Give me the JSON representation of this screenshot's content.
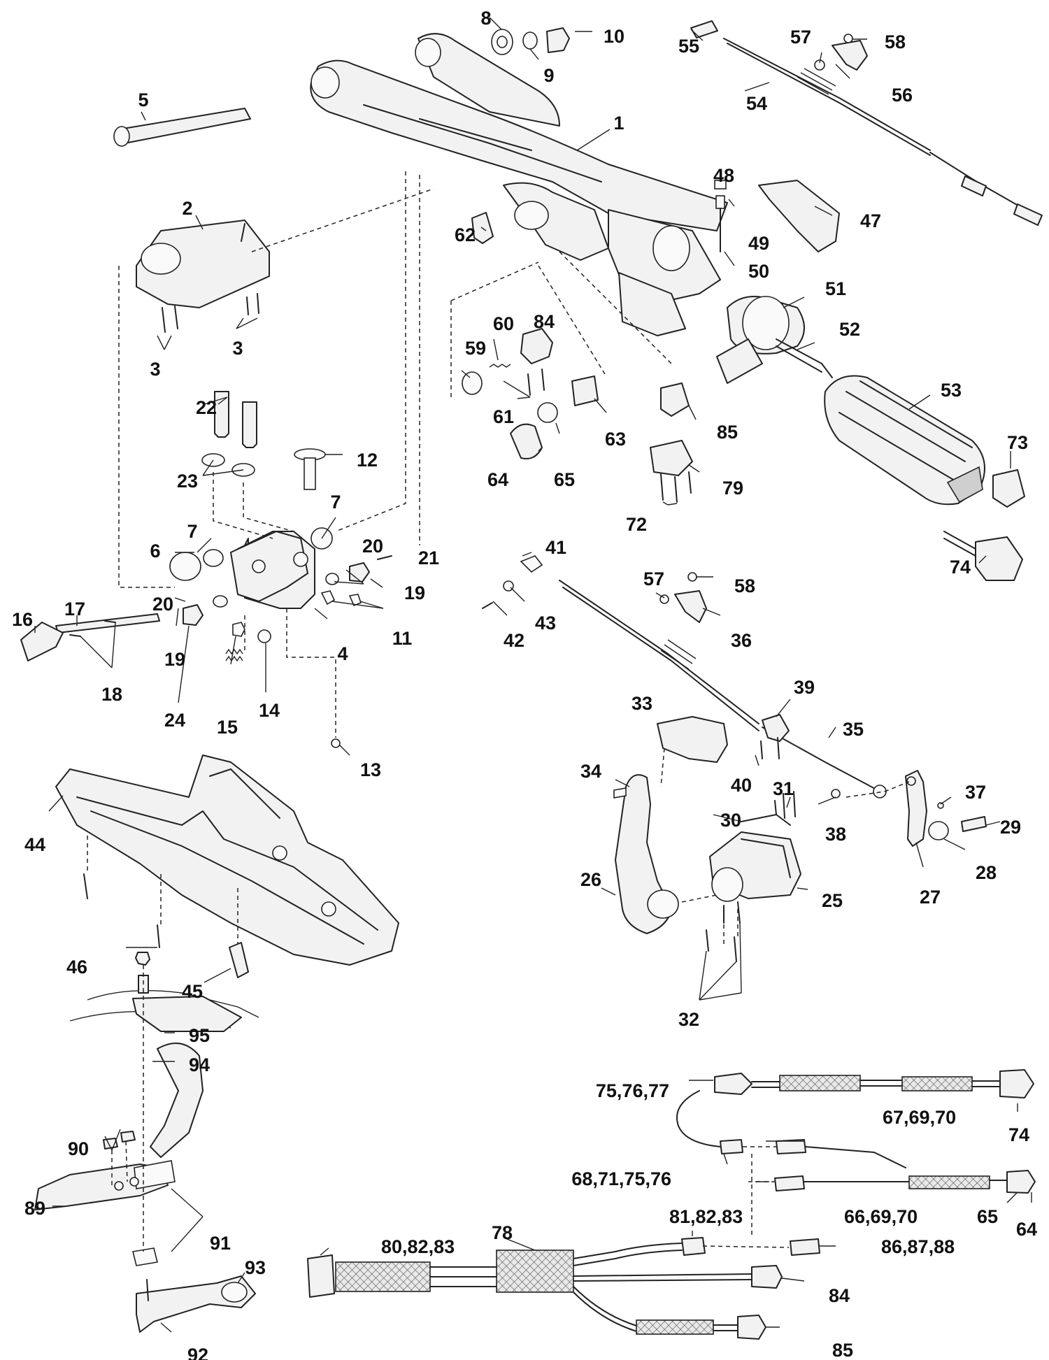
{
  "callouts": [
    {
      "id": "c1",
      "text": "1"
    },
    {
      "id": "c2",
      "text": "2"
    },
    {
      "id": "c3a",
      "text": "3"
    },
    {
      "id": "c3b",
      "text": "3"
    },
    {
      "id": "c4",
      "text": "4"
    },
    {
      "id": "c5",
      "text": "5"
    },
    {
      "id": "c6",
      "text": "6"
    },
    {
      "id": "c7a",
      "text": "7"
    },
    {
      "id": "c7b",
      "text": "7"
    },
    {
      "id": "c8",
      "text": "8"
    },
    {
      "id": "c9",
      "text": "9"
    },
    {
      "id": "c10",
      "text": "10"
    },
    {
      "id": "c11",
      "text": "11"
    },
    {
      "id": "c12",
      "text": "12"
    },
    {
      "id": "c13",
      "text": "13"
    },
    {
      "id": "c14",
      "text": "14"
    },
    {
      "id": "c15",
      "text": "15"
    },
    {
      "id": "c16",
      "text": "16"
    },
    {
      "id": "c17",
      "text": "17"
    },
    {
      "id": "c18",
      "text": "18"
    },
    {
      "id": "c19a",
      "text": "19"
    },
    {
      "id": "c19b",
      "text": "19"
    },
    {
      "id": "c20a",
      "text": "20"
    },
    {
      "id": "c20b",
      "text": "20"
    },
    {
      "id": "c21",
      "text": "21"
    },
    {
      "id": "c22",
      "text": "22"
    },
    {
      "id": "c23",
      "text": "23"
    },
    {
      "id": "c24",
      "text": "24"
    },
    {
      "id": "c25",
      "text": "25"
    },
    {
      "id": "c26",
      "text": "26"
    },
    {
      "id": "c27",
      "text": "27"
    },
    {
      "id": "c28",
      "text": "28"
    },
    {
      "id": "c29",
      "text": "29"
    },
    {
      "id": "c30",
      "text": "30"
    },
    {
      "id": "c31",
      "text": "31"
    },
    {
      "id": "c32",
      "text": "32"
    },
    {
      "id": "c33",
      "text": "33"
    },
    {
      "id": "c34",
      "text": "34"
    },
    {
      "id": "c35",
      "text": "35"
    },
    {
      "id": "c36",
      "text": "36"
    },
    {
      "id": "c37",
      "text": "37"
    },
    {
      "id": "c38",
      "text": "38"
    },
    {
      "id": "c39",
      "text": "39"
    },
    {
      "id": "c40",
      "text": "40"
    },
    {
      "id": "c41",
      "text": "41"
    },
    {
      "id": "c42",
      "text": "42"
    },
    {
      "id": "c43",
      "text": "43"
    },
    {
      "id": "c44",
      "text": "44"
    },
    {
      "id": "c45",
      "text": "45"
    },
    {
      "id": "c46",
      "text": "46"
    },
    {
      "id": "c47",
      "text": "47"
    },
    {
      "id": "c48",
      "text": "48"
    },
    {
      "id": "c49",
      "text": "49"
    },
    {
      "id": "c50",
      "text": "50"
    },
    {
      "id": "c51",
      "text": "51"
    },
    {
      "id": "c52",
      "text": "52"
    },
    {
      "id": "c53",
      "text": "53"
    },
    {
      "id": "c54",
      "text": "54"
    },
    {
      "id": "c55",
      "text": "55"
    },
    {
      "id": "c56",
      "text": "56"
    },
    {
      "id": "c57a",
      "text": "57"
    },
    {
      "id": "c57b",
      "text": "57"
    },
    {
      "id": "c58a",
      "text": "58"
    },
    {
      "id": "c58b",
      "text": "58"
    },
    {
      "id": "c59",
      "text": "59"
    },
    {
      "id": "c60",
      "text": "60"
    },
    {
      "id": "c61",
      "text": "61"
    },
    {
      "id": "c62",
      "text": "62"
    },
    {
      "id": "c63",
      "text": "63"
    },
    {
      "id": "c64a",
      "text": "64"
    },
    {
      "id": "c64b",
      "text": "64"
    },
    {
      "id": "c65a",
      "text": "65"
    },
    {
      "id": "c65b",
      "text": "65"
    },
    {
      "id": "c66",
      "text": "66,69,70"
    },
    {
      "id": "c67",
      "text": "67,69,70"
    },
    {
      "id": "c68",
      "text": "68,71,75,76"
    },
    {
      "id": "c72",
      "text": "72"
    },
    {
      "id": "c73",
      "text": "73"
    },
    {
      "id": "c74a",
      "text": "74"
    },
    {
      "id": "c74b",
      "text": "74"
    },
    {
      "id": "c75",
      "text": "75,76,77"
    },
    {
      "id": "c78",
      "text": "78"
    },
    {
      "id": "c79",
      "text": "79"
    },
    {
      "id": "c80",
      "text": "80,82,83"
    },
    {
      "id": "c81",
      "text": "81,82,83"
    },
    {
      "id": "c84a",
      "text": "84"
    },
    {
      "id": "c84b",
      "text": "84"
    },
    {
      "id": "c85a",
      "text": "85"
    },
    {
      "id": "c85b",
      "text": "85"
    },
    {
      "id": "c86",
      "text": "86,87,88"
    },
    {
      "id": "c89",
      "text": "89"
    },
    {
      "id": "c90",
      "text": "90"
    },
    {
      "id": "c91",
      "text": "91"
    },
    {
      "id": "c92",
      "text": "92"
    },
    {
      "id": "c93",
      "text": "93"
    },
    {
      "id": "c94",
      "text": "94"
    },
    {
      "id": "c95",
      "text": "95"
    }
  ]
}
